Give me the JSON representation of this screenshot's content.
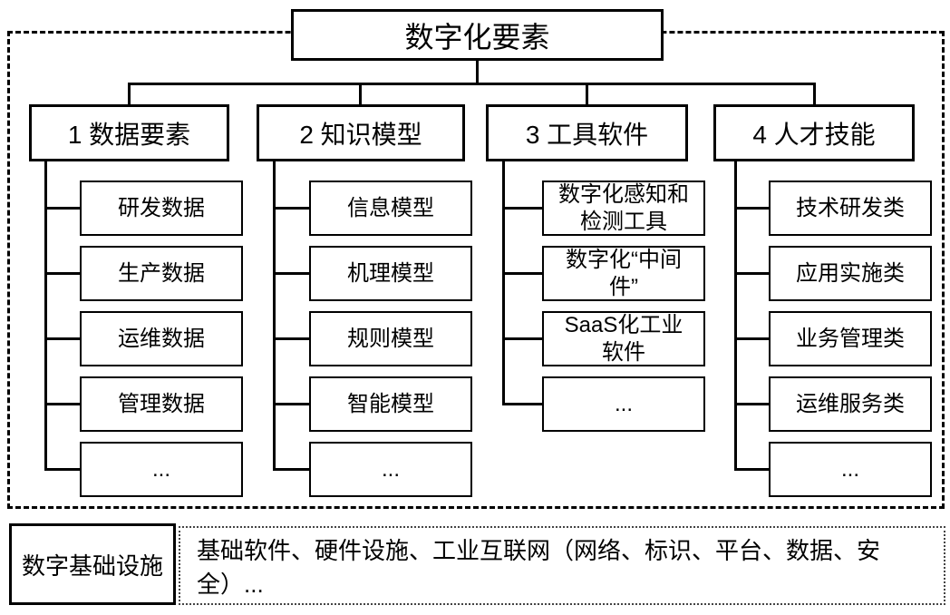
{
  "root": {
    "label": "数字化要素"
  },
  "branches": [
    {
      "label": "1 数据要素",
      "children": [
        "研发数据",
        "生产数据",
        "运维数据",
        "管理数据",
        "..."
      ]
    },
    {
      "label": "2 知识模型",
      "children": [
        "信息模型",
        "机理模型",
        "规则模型",
        "智能模型",
        "..."
      ]
    },
    {
      "label": "3 工具软件",
      "children": [
        "数字化感知和\n检测工具",
        "数字化“中间\n件”",
        "SaaS化工业\n软件",
        "..."
      ]
    },
    {
      "label": "4 人才技能",
      "children": [
        "技术研发类",
        "应用实施类",
        "业务管理类",
        "运维服务类",
        "..."
      ]
    }
  ],
  "infrastructure": {
    "label": "数字基础设施",
    "description": "基础软件、硬件设施、工业互联网（网络、标识、平台、数据、安全）..."
  },
  "colors": {
    "line": "#000000",
    "background": "#ffffff"
  }
}
